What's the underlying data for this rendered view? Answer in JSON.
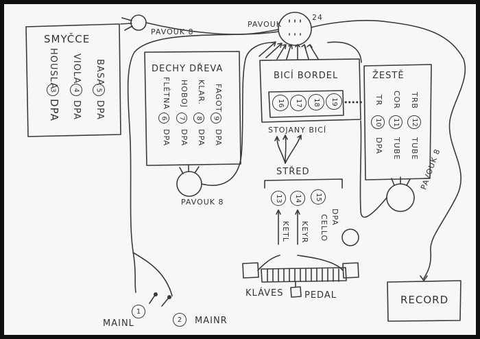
{
  "strings": {
    "title": "SMYČCE",
    "col_1": "BASA",
    "col_1_mic": "5",
    "col_1_type": "DPA",
    "col_2": "VIOLA",
    "col_2_mic": "4",
    "col_2_type": "DPA",
    "col_3": "HOUSLA",
    "col_3_mic": "3",
    "col_3_type": "DPA"
  },
  "woodwinds": {
    "title": "DECHY DŘEVA",
    "col_1": "FAGOT",
    "col_1_mic": "9",
    "col_1_type": "DPA",
    "col_2": "KLAR.",
    "col_2_mic": "8",
    "col_2_type": "DPA",
    "col_3": "HOBOJ",
    "col_3_mic": "7",
    "col_3_type": "DPA",
    "col_4": "FLÉTNA",
    "col_4_mic": "6",
    "col_4_type": "DPA"
  },
  "percussion": {
    "title": "BICÍ BORDEL",
    "channels": [
      "16",
      "17",
      "18",
      "19"
    ],
    "more": "•••••",
    "stands_label": "STOJANY BICÍ"
  },
  "brass": {
    "title": "ŽESTĚ",
    "col_1": "TRB",
    "col_1_mic": "12",
    "col_1_type": "TUBE",
    "col_2": "COR",
    "col_2_mic": "11",
    "col_2_type": "TUBE",
    "col_3": "TR",
    "col_3_mic": "10",
    "col_3_type": "DPA"
  },
  "center": {
    "title": "STŘED",
    "ch_1": "13",
    "ch_1_type": "KETL",
    "ch_2": "14",
    "ch_2_type": "KEYR",
    "ch_3": "15",
    "ch_3_type": "DPA",
    "ch_3_label": "CELLO"
  },
  "splitters": {
    "top_left": "PAVOUK 8",
    "main": "PAVOUK",
    "main_count": "24",
    "woodwinds": "PAVOUK 8",
    "brass": "PAVOUK 8"
  },
  "keys": {
    "label": "KLÁVES",
    "pedal": "PEDAL"
  },
  "mains": {
    "left_mic": "1",
    "left_label": "MAINL",
    "right_mic": "2",
    "right_label": "MAINR"
  },
  "record": {
    "label": "RECORD"
  },
  "colors": {
    "ink": "#3a3a3a",
    "paper": "#f7f7f5",
    "frame": "#111111"
  }
}
